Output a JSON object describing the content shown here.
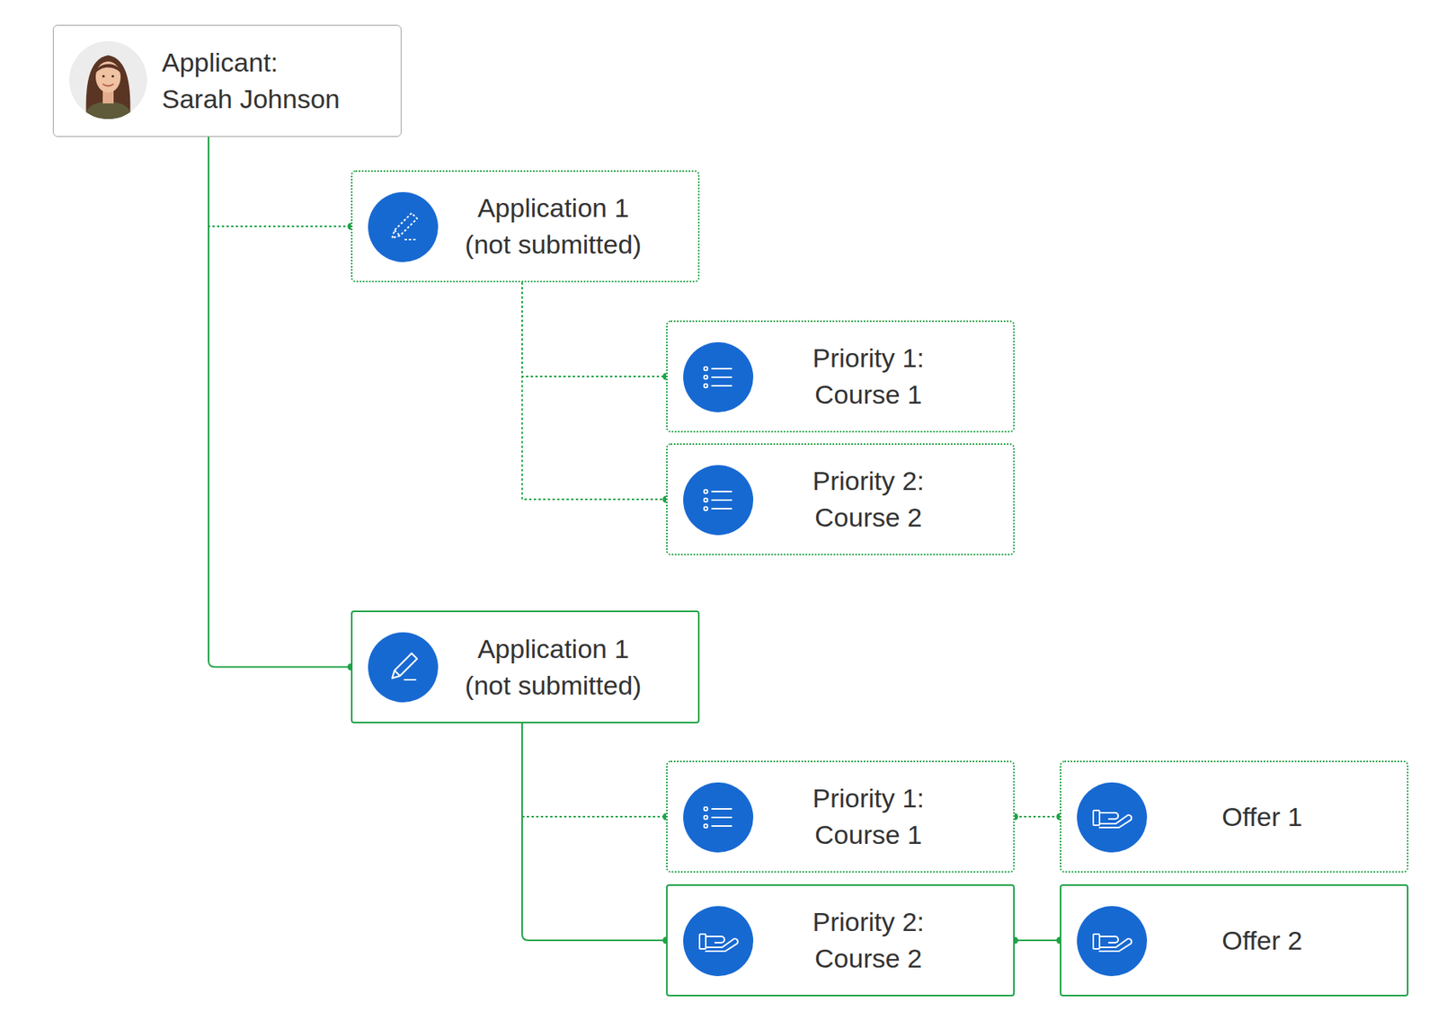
{
  "diagram": {
    "nodes": [
      {
        "text": [
          "Applicant: Sarah Johnson"
        ]
      },
      {
        "text": [
          "Application 1 (not submitted)"
        ]
      },
      {
        "text": [
          "Priority 1: Course 1"
        ]
      },
      {
        "text": [
          "Priority 2: Course 2"
        ]
      },
      {
        "text": [
          "Application 1 (not submitted)"
        ]
      },
      {
        "text": [
          "Priority 1: Course 1"
        ]
      },
      {
        "text": [
          "Offer 1"
        ]
      },
      {
        "text": [
          "Priority 2: Course 2"
        ]
      },
      {
        "text": [
          "Offer 2"
        ]
      }
    ],
    "edges": [
      {
        "from": 0,
        "to": 1,
        "arrow": "none"
      },
      {
        "from": 0,
        "to": 4,
        "arrow": "none"
      },
      {
        "from": 1,
        "to": 2,
        "arrow": "none"
      },
      {
        "from": 1,
        "to": 3,
        "arrow": "none"
      },
      {
        "from": 4,
        "to": 5,
        "arrow": "none"
      },
      {
        "from": 4,
        "to": 7,
        "arrow": "none"
      },
      {
        "from": 5,
        "to": 6,
        "arrow": "none"
      },
      {
        "from": 7,
        "to": 8,
        "arrow": "none"
      }
    ]
  }
}
